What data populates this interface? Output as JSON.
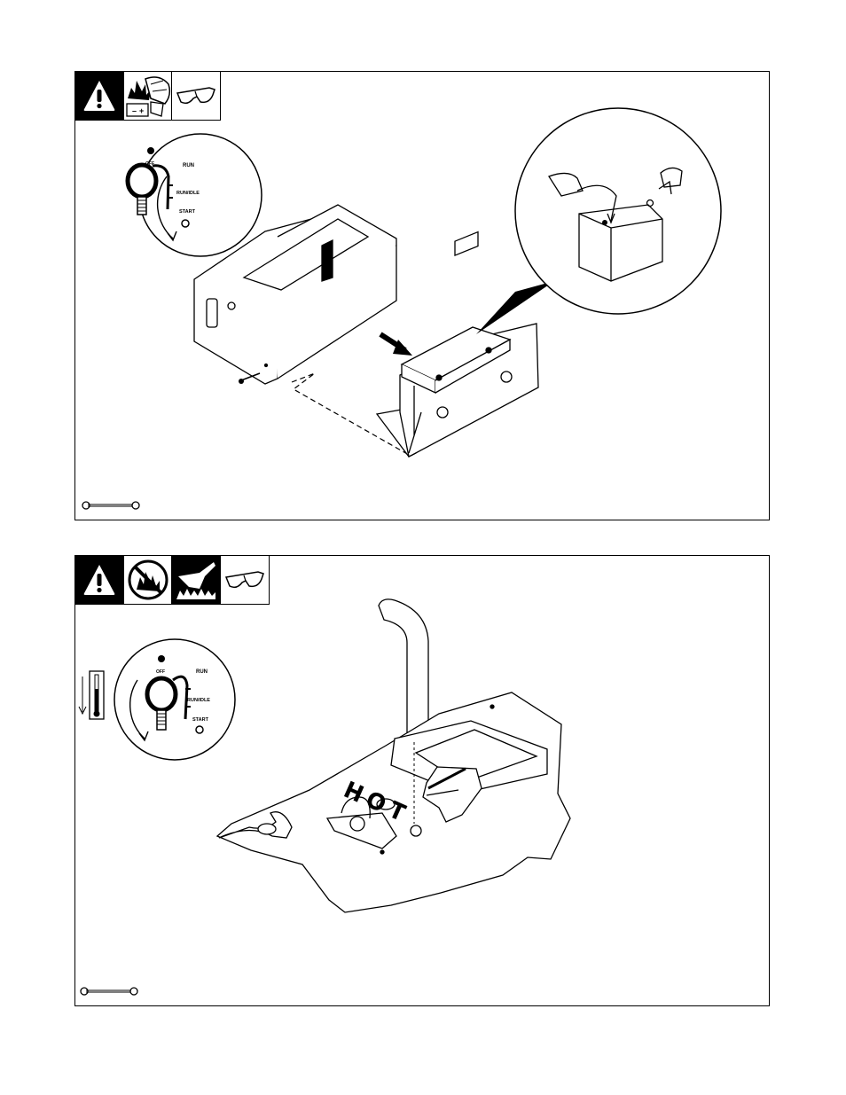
{
  "panel1": {
    "switch": {
      "off_label": "OFF",
      "run_label": "RUN",
      "run_idle_label": "RUN/IDLE",
      "start_label": "START"
    },
    "battery_minus": "–",
    "battery_plus": "+"
  },
  "panel2": {
    "switch": {
      "off_label": "OFF",
      "run_label": "RUN",
      "run_idle_label": "RUN/IDLE",
      "start_label": "START"
    },
    "hot_label": "HOT"
  }
}
